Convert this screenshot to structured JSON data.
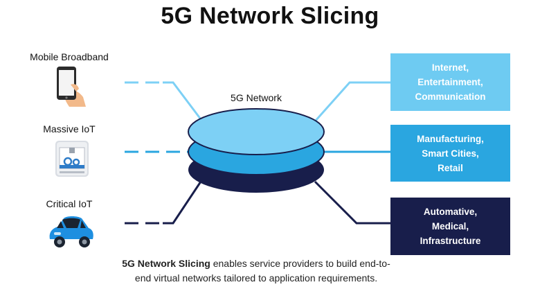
{
  "title": "5G Network Slicing",
  "network_label": "5G Network",
  "left_items": [
    {
      "label": "Mobile Broadband",
      "icon": "smartphone-hand-icon"
    },
    {
      "label": "Massive IoT",
      "icon": "factory-machine-icon"
    },
    {
      "label": "Critical IoT",
      "icon": "car-icon"
    }
  ],
  "right_boxes": [
    {
      "text": "Internet,\nEntertainment,\nCommunication",
      "color": "#6ECBF2"
    },
    {
      "text": "Manufacturing,\nSmart Cities,\nRetail",
      "color": "#2AA6E0"
    },
    {
      "text": "Automative,\nMedical,\nInfrastructure",
      "color": "#181E4B"
    }
  ],
  "slice_colors": {
    "light": "#7DD0F5",
    "medium": "#2AA6E0",
    "dark": "#181E4B"
  },
  "caption": {
    "bold": "5G Network Slicing",
    "rest": " enables service providers to build end-to-end virtual networks tailored to application requirements."
  }
}
